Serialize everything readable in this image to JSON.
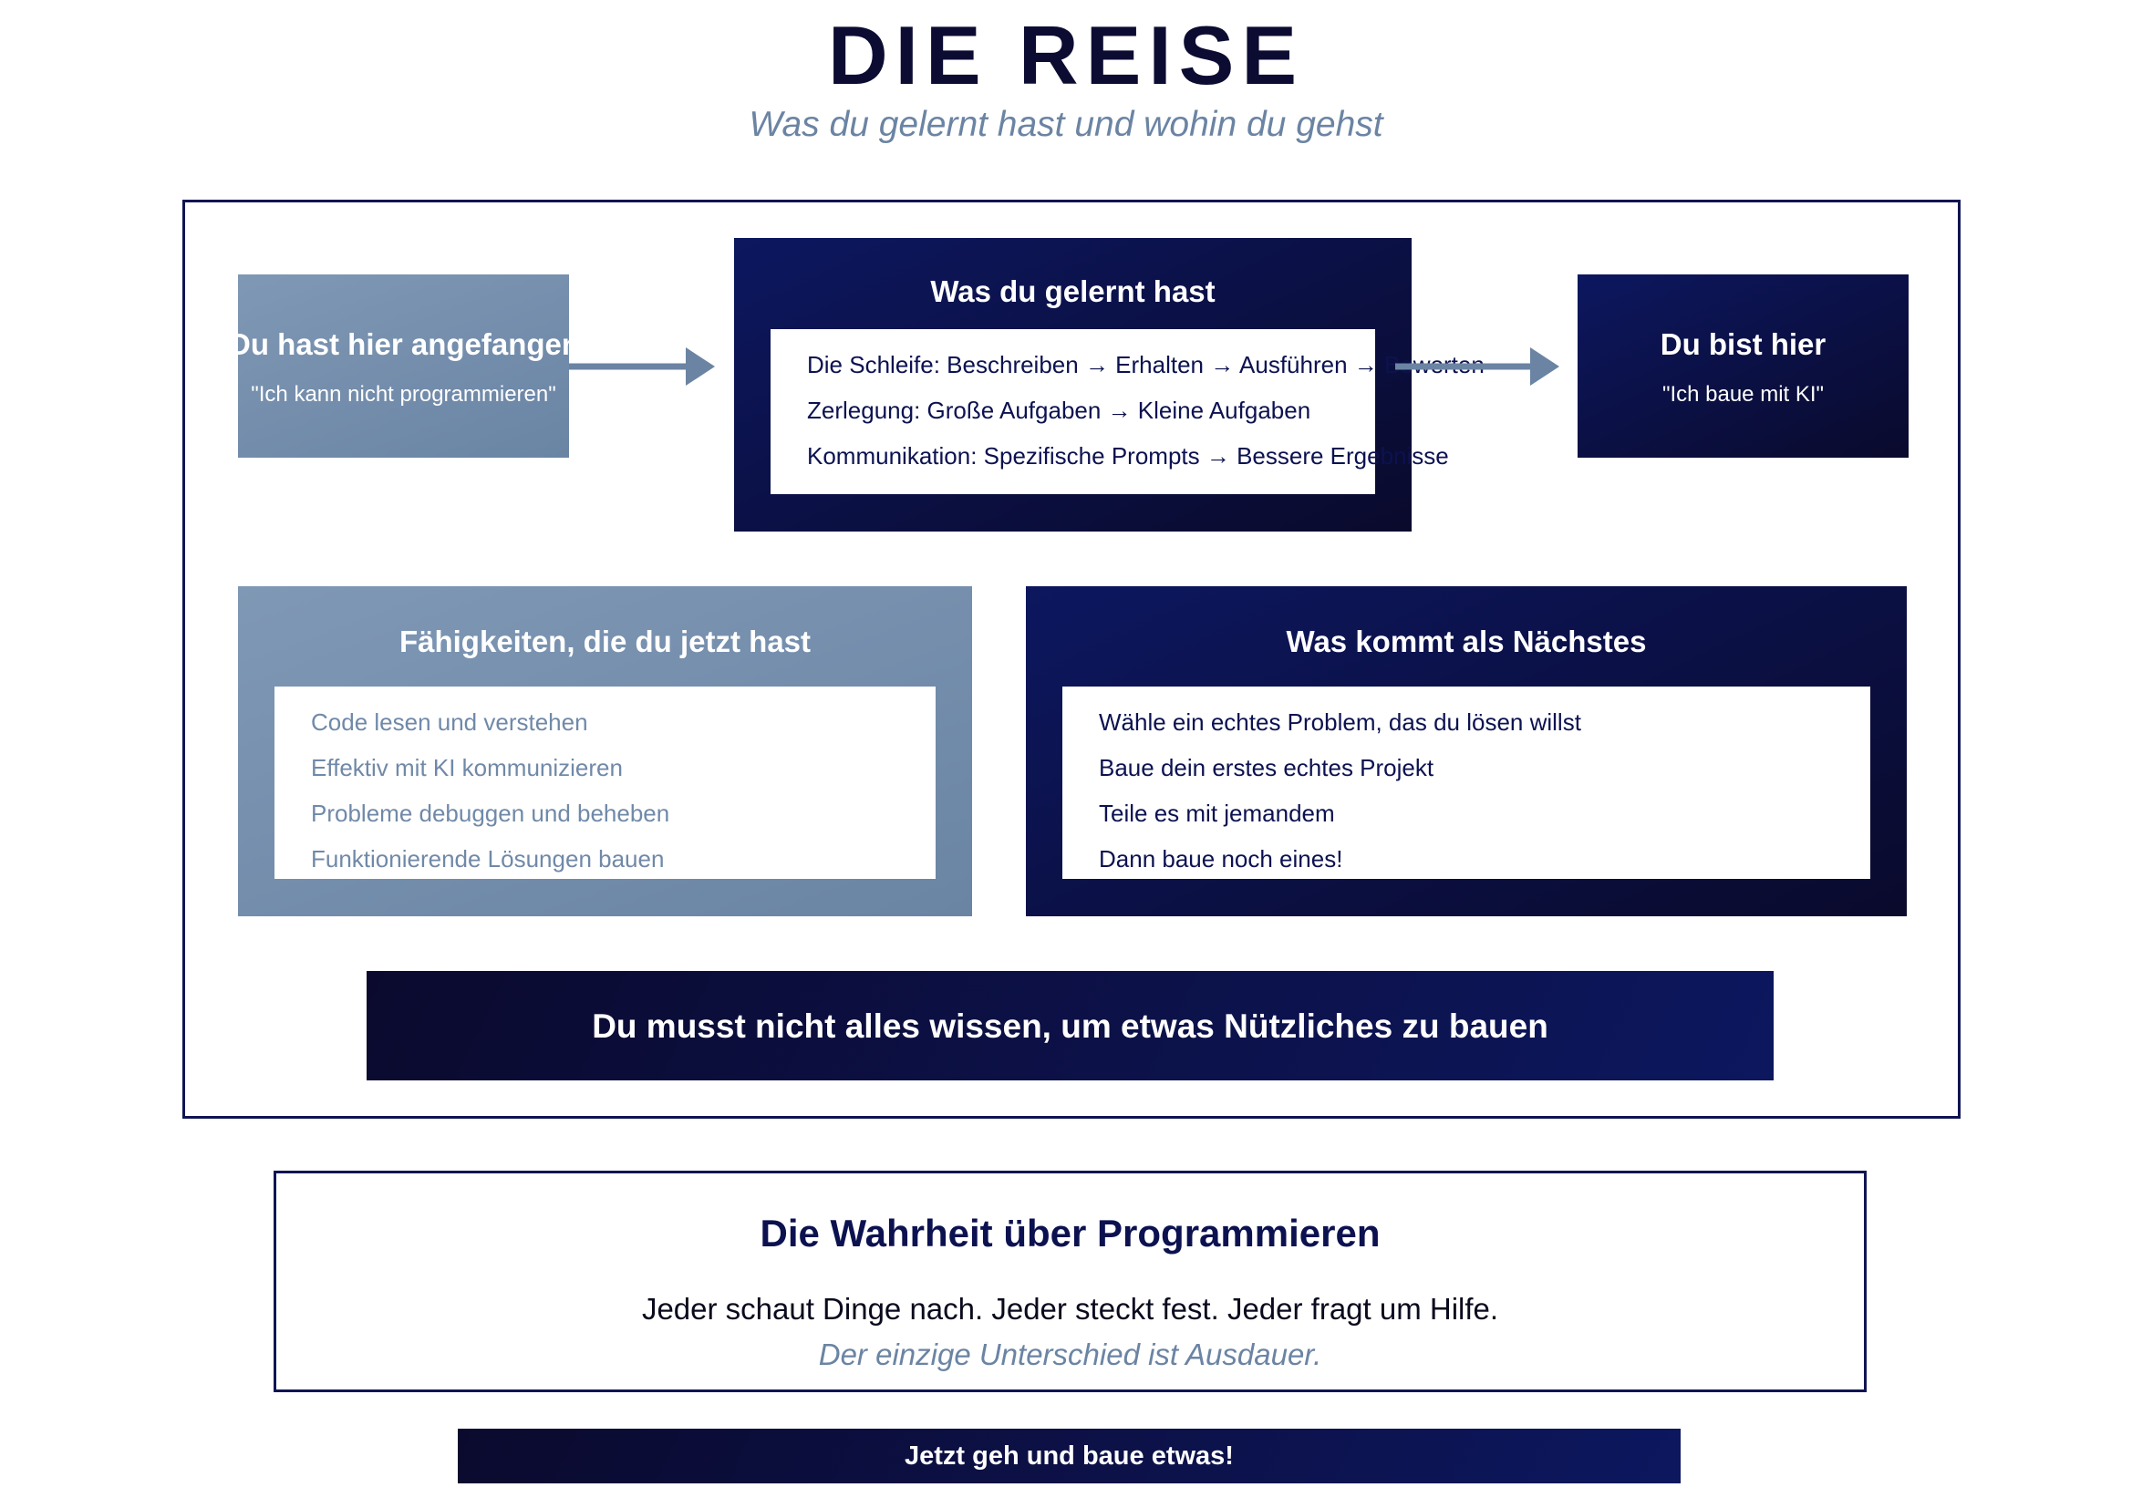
{
  "header": {
    "title": "DIE REISE",
    "subtitle": "Was du gelernt hast und wohin du gehst"
  },
  "start": {
    "title": "Du hast hier angefangen",
    "quote": "\"Ich kann nicht programmieren\""
  },
  "learned": {
    "title": "Was du gelernt hast",
    "items": [
      "Die Schleife: Beschreiben → Erhalten → Ausführen → Bewerten",
      "Zerlegung: Große Aufgaben → Kleine Aufgaben",
      "Kommunikation: Spezifische Prompts → Bessere Ergebnisse"
    ]
  },
  "here": {
    "title": "Du bist hier",
    "quote": "\"Ich baue mit KI\""
  },
  "skills": {
    "title": "Fähigkeiten, die du jetzt hast",
    "items": [
      "Code lesen und verstehen",
      "Effektiv mit KI kommunizieren",
      "Probleme debuggen und beheben",
      "Funktionierende Lösungen bauen"
    ]
  },
  "next": {
    "title": "Was kommt als Nächstes",
    "items": [
      "Wähle ein echtes Problem, das du lösen willst",
      "Baue dein erstes echtes Projekt",
      "Teile es mit jemandem",
      "Dann baue noch eines!"
    ]
  },
  "banner": {
    "text": "Du musst nicht alles wissen, um etwas Nützliches zu bauen"
  },
  "truth": {
    "title": "Die Wahrheit über Programmieren",
    "line1": "Jeder schaut Dinge nach. Jeder steckt fest. Jeder fragt um Hilfe.",
    "line2": "Der einzige Unterschied ist Ausdauer."
  },
  "cta": {
    "label": "Jetzt geh und baue etwas!"
  },
  "colors": {
    "navy": "#0c175f",
    "steel": "#7089a8",
    "dark": "#0c0c33"
  }
}
